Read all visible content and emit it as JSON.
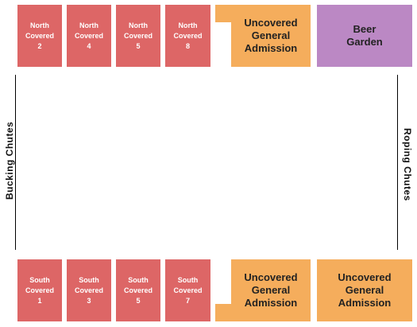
{
  "colors": {
    "covered": "#dd6666",
    "general_admission": "#f5ad5c",
    "beer_garden": "#bb88c4",
    "arena_line": "#000000"
  },
  "north": {
    "covered_2": "North\nCovered\n2",
    "covered_4": "North\nCovered\n4",
    "covered_5": "North\nCovered\n5",
    "covered_8": "North\nCovered\n8",
    "general_admission": "Uncovered\nGeneral\nAdmission",
    "beer_garden": "Beer\nGarden"
  },
  "south": {
    "covered_1": "South\nCovered\n1",
    "covered_3": "South\nCovered\n3",
    "covered_5": "South\nCovered\n5",
    "covered_7": "South\nCovered\n7",
    "general_admission_left": "Uncovered\nGeneral\nAdmission",
    "general_admission_right": "Uncovered\nGeneral\nAdmission"
  },
  "sides": {
    "left": "Bucking Chutes",
    "right": "Roping Chutes"
  }
}
